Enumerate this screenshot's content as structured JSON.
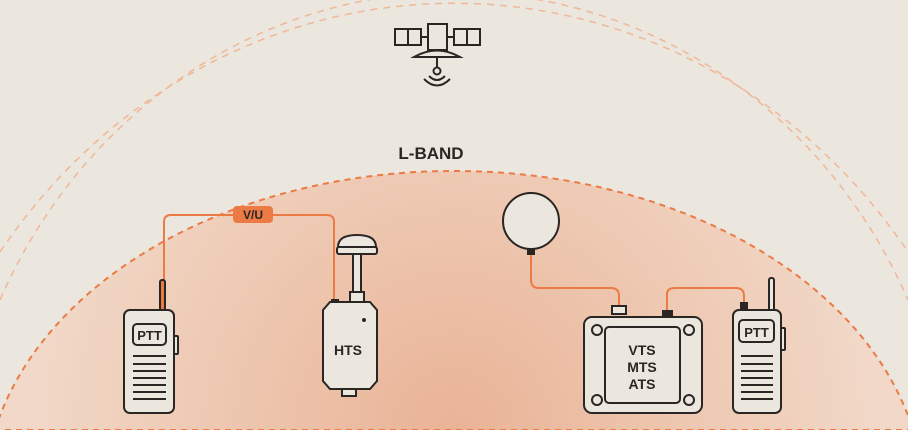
{
  "diagram": {
    "coverage_label": "L-BAND",
    "link_badge": "V/U",
    "hts_label": "HTS",
    "ptt_label": "PTT",
    "terminal_labels": [
      "VTS",
      "MTS",
      "ATS"
    ]
  },
  "colors": {
    "background": "#ebe6de",
    "coverage_fill": "#f0c4a8",
    "accent": "#ec7a45",
    "outline": "#2a2623"
  },
  "icons": [
    "satellite-icon",
    "radio-handset-icon",
    "antenna-dome-icon",
    "terminal-box-icon"
  ]
}
